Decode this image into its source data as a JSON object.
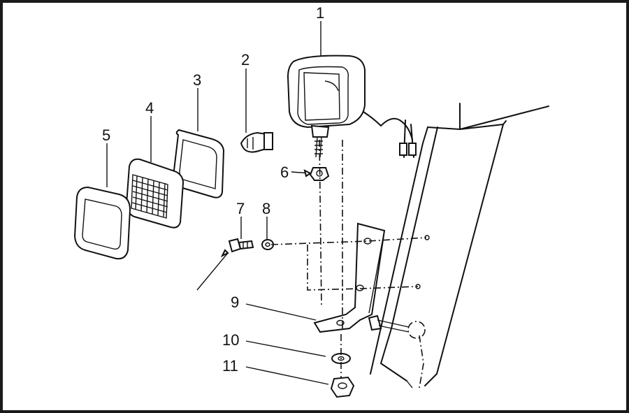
{
  "diagram": {
    "callouts": [
      {
        "id": "1",
        "label": "1",
        "part": "work-lamp-housing"
      },
      {
        "id": "2",
        "label": "2",
        "part": "bulb"
      },
      {
        "id": "3",
        "label": "3",
        "part": "gasket"
      },
      {
        "id": "4",
        "label": "4",
        "part": "lens"
      },
      {
        "id": "5",
        "label": "5",
        "part": "bezel-ring"
      },
      {
        "id": "6",
        "label": "6",
        "part": "nut"
      },
      {
        "id": "7",
        "label": "7",
        "part": "bolt"
      },
      {
        "id": "8",
        "label": "8",
        "part": "washer"
      },
      {
        "id": "9",
        "label": "9",
        "part": "mounting-bracket"
      },
      {
        "id": "10",
        "label": "10",
        "part": "washer"
      },
      {
        "id": "11",
        "label": "11",
        "part": "nut"
      }
    ],
    "colors": {
      "line": "#111111",
      "background": "#ffffff",
      "frame": "#1a1a1a"
    }
  }
}
